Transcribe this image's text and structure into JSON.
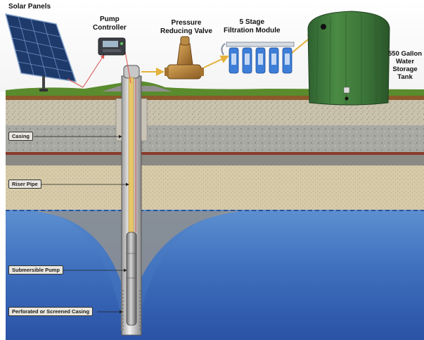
{
  "labels": {
    "solar_panels": "Solar Panels",
    "pump_controller_line1": "Pump",
    "pump_controller_line2": "Controller",
    "pressure_valve_line1": "Pressure",
    "pressure_valve_line2": "Reducing Valve",
    "filtration_line1": "5 Stage",
    "filtration_line2": "Filtration Module",
    "tank_line1": "550 Gallon",
    "tank_line2": "Water",
    "tank_line3": "Storage",
    "tank_line4": "Tank"
  },
  "callouts": {
    "casing": "Casing",
    "riser_pipe": "Riser Pipe",
    "submersible_pump": "Submersible Pump",
    "screened_casing": "Perforated or Screened Casing"
  },
  "icons": {
    "solar": "solar-panel-icon",
    "controller": "pump-controller-icon",
    "valve": "pressure-valve-icon",
    "filter": "filtration-module-icon",
    "tank": "water-tank-icon"
  },
  "colors": {
    "water": "#3d6fb8",
    "tank": "#3f7a3c",
    "grass": "#5a8b2d",
    "flow_arrow": "#e4b23a",
    "wire": "#d9534f"
  }
}
